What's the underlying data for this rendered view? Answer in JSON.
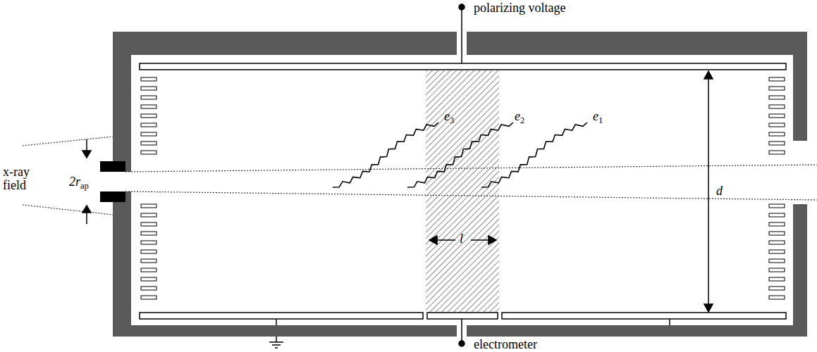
{
  "diagram": {
    "labels": [
      "polarizing voltage",
      "x-ray field",
      "2rap",
      "e3",
      "e2",
      "e1",
      "l",
      "d",
      "electrometer"
    ]
  }
}
